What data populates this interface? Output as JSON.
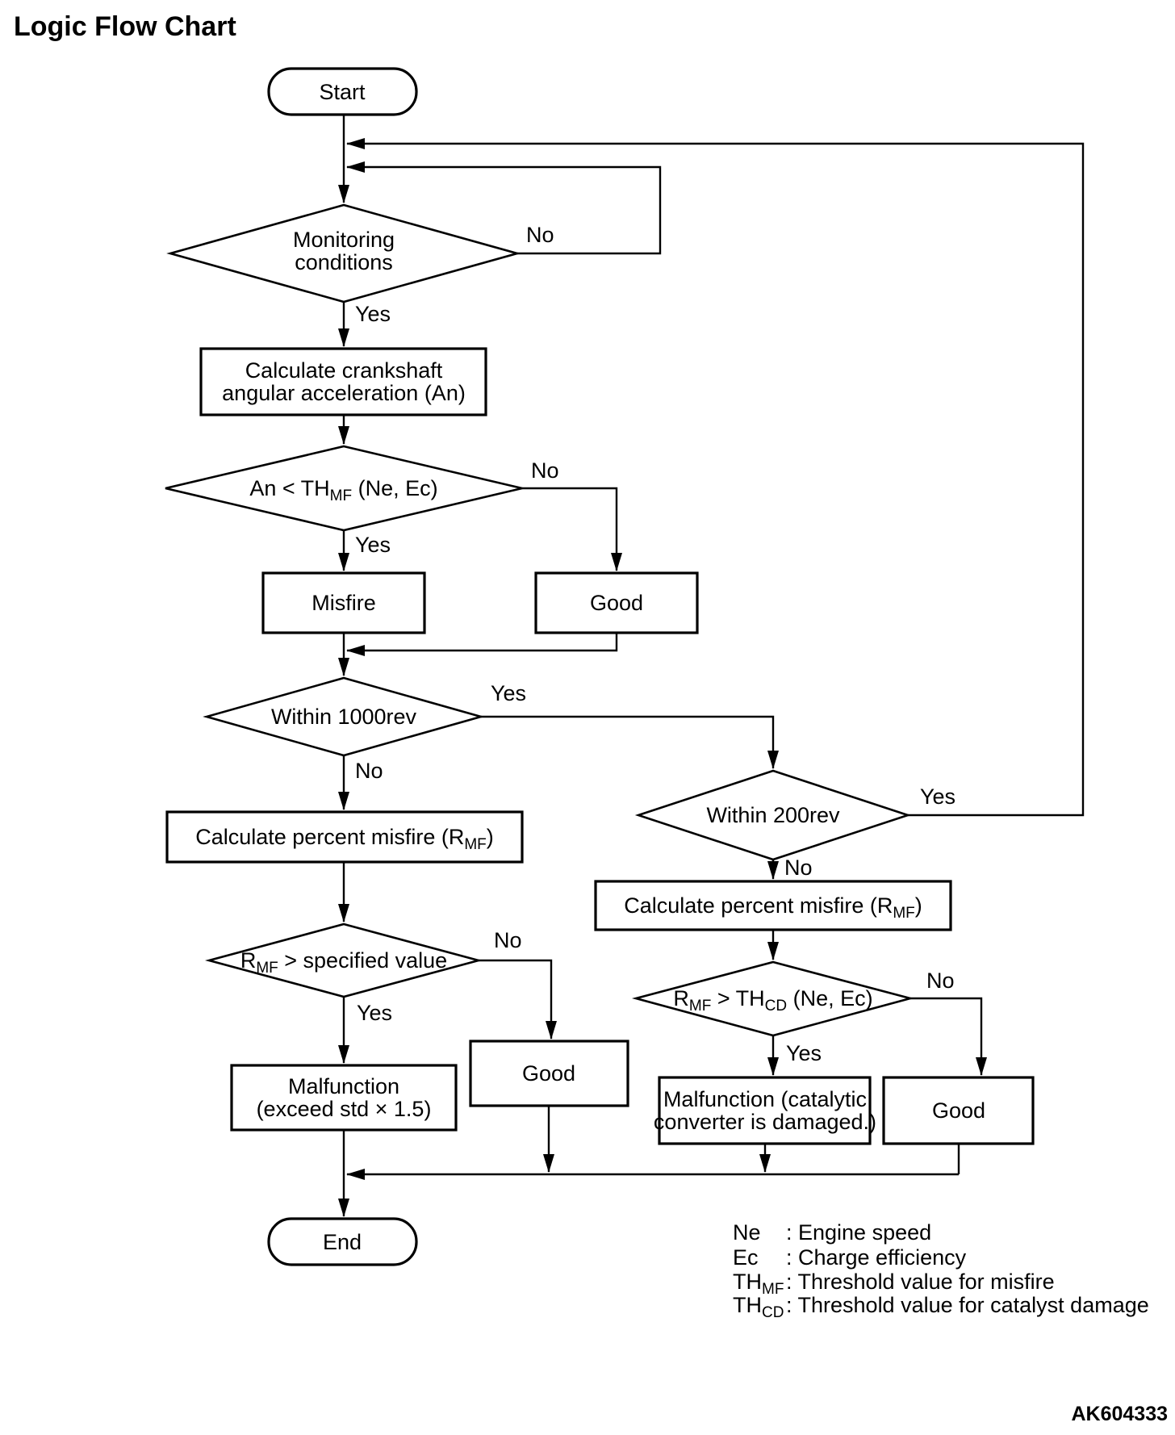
{
  "title": "Logic Flow Chart",
  "figure_code": "AK604333",
  "colors": {
    "ink": "#000000",
    "paper": "#ffffff"
  },
  "nodes": {
    "start": "Start",
    "monitoring": {
      "line1": "Monitoring",
      "line2": "conditions"
    },
    "calc_an": {
      "line1": "Calculate crankshaft",
      "line2": "angular acceleration (An)"
    },
    "an_threshold": {
      "pre": "An < TH",
      "sub": "MF",
      "post": " (Ne, Ec)"
    },
    "misfire": "Misfire",
    "good_after_an": "Good",
    "within_1000rev": "Within 1000rev",
    "calc_rmf_left": {
      "pre": "Calculate percent misfire (R",
      "sub": "MF",
      "post": ")"
    },
    "rmf_specified": {
      "pre": "R",
      "sub": "MF",
      "post": " > specified value"
    },
    "malfunction_exceed": {
      "line1": "Malfunction",
      "line2": "(exceed std × 1.5)"
    },
    "good_after_rmf": "Good",
    "within_200rev": "Within 200rev",
    "calc_rmf_right": {
      "pre": "Calculate percent misfire (R",
      "sub": "MF",
      "post": ")"
    },
    "rmf_thcd": {
      "pre": "R",
      "sub1": "MF",
      "mid": " > TH",
      "sub2": "CD",
      "post": " (Ne, Ec)"
    },
    "malfunction_catalyst": {
      "line1": "Malfunction (catalytic",
      "line2": "converter is damaged.)"
    },
    "good_after_thcd": "Good",
    "end": "End"
  },
  "edge_labels": {
    "monitoring_no": "No",
    "monitoring_yes": "Yes",
    "an_threshold_yes": "Yes",
    "an_threshold_no": "No",
    "within_1000rev_yes": "Yes",
    "within_1000rev_no": "No",
    "rmf_specified_no": "No",
    "rmf_specified_yes": "Yes",
    "within_200rev_yes": "Yes",
    "within_200rev_no": "No",
    "rmf_thcd_no": "No",
    "rmf_thcd_yes": "Yes"
  },
  "legend": {
    "rows": [
      {
        "term": "Ne",
        "sub": "",
        "desc": ": Engine speed"
      },
      {
        "term": "Ec",
        "sub": "",
        "desc": ": Charge efficiency"
      },
      {
        "term": "TH",
        "sub": "MF",
        "desc": ": Threshold value for misfire"
      },
      {
        "term": "TH",
        "sub": "CD",
        "desc": ": Threshold value for catalyst damage"
      }
    ]
  }
}
